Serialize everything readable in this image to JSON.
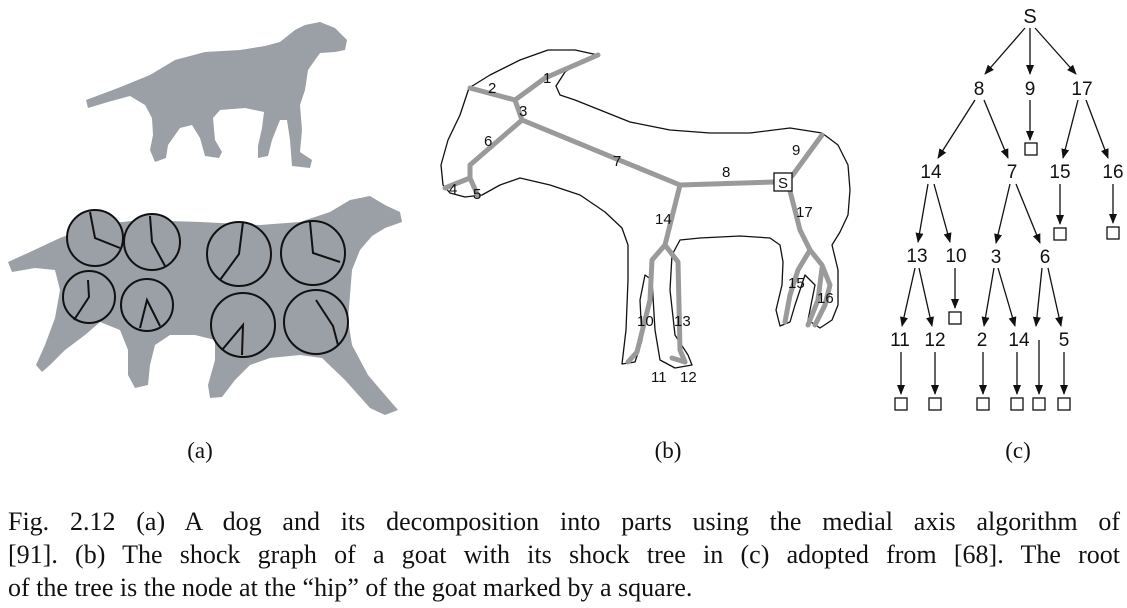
{
  "figure": {
    "colors": {
      "silhouette": "#9b9fa6",
      "shock_edge": "#9a9a9a"
    },
    "panel_labels": {
      "a": "(a)",
      "b": "(b)",
      "c": "(c)"
    },
    "shock_graph": {
      "root": "S",
      "labels": [
        "1",
        "2",
        "3",
        "4",
        "5",
        "6",
        "7",
        "8",
        "9",
        "10",
        "11",
        "12",
        "13",
        "14",
        "15",
        "16",
        "17"
      ]
    },
    "shock_tree": {
      "root": "S",
      "level1": [
        "8",
        "9",
        "17"
      ],
      "level2": [
        "14",
        "7",
        "15",
        "16"
      ],
      "level3": [
        "13",
        "10",
        "3",
        "6"
      ],
      "level4": [
        "11",
        "12",
        "2",
        "14",
        "5"
      ]
    }
  },
  "caption": {
    "lines": [
      "Fig. 2.12 (a) A dog and its decomposition into parts using the medial axis algorithm of",
      "[91]. (b) The shock graph of a goat with its shock tree in (c) adopted from [68]. The root",
      "of the tree is the node at the “hip” of the goat marked by a square."
    ]
  }
}
